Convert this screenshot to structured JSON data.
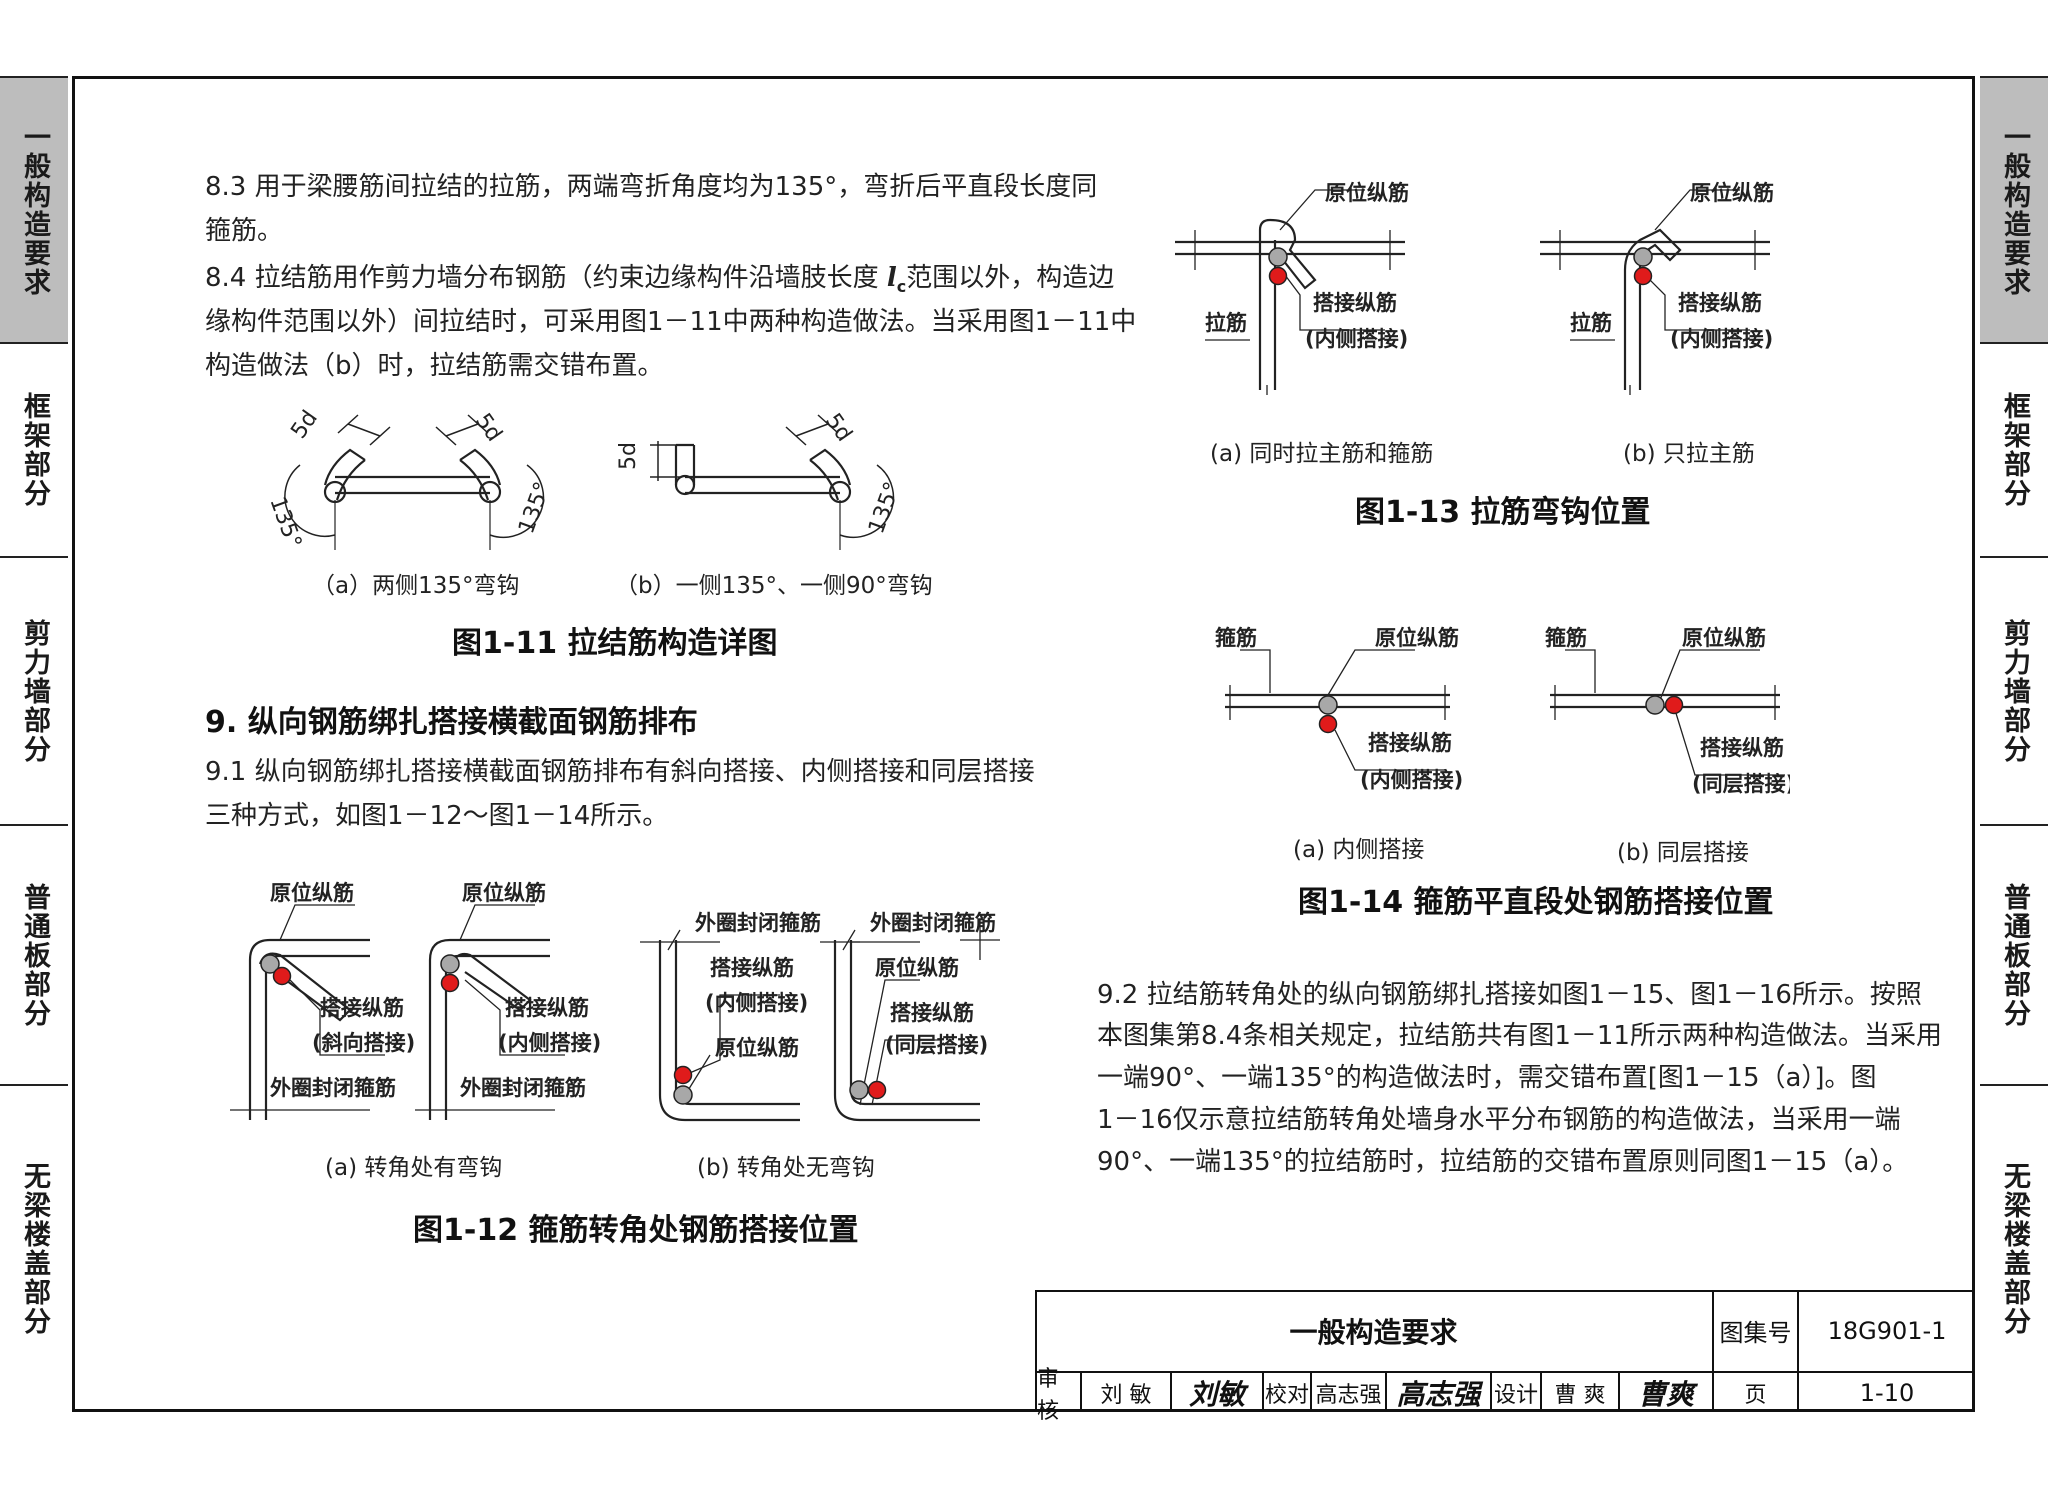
{
  "side_tabs": [
    {
      "label": "一般构造要求",
      "active": true
    },
    {
      "label": "框架部分",
      "active": false
    },
    {
      "label": "剪力墙部分",
      "active": false
    },
    {
      "label": "普通板部分",
      "active": false
    },
    {
      "label": "无梁楼盖部分",
      "active": false
    }
  ],
  "left": {
    "p83": [
      "8.3  用于梁腰筋间拉结的拉筋，两端弯折角度均为135°，弯折后平直段长度同",
      "箍筋。"
    ],
    "p84": [
      "8.4  拉结筋用作剪力墙分布钢筋（约束边缘构件沿墙肢长度",
      "l",
      "c",
      "范围以外，构造边",
      "缘构件范围以外）间拉结时，可采用图1－11中两种构造做法。当采用图1－11中",
      "构造做法（b）时，拉结筋需交错布置。"
    ],
    "fig11": {
      "sub_a": "（a）两侧135°弯钩",
      "sub_b": "（b）一侧135°、一侧90°弯钩",
      "caption": "图1-11  拉结筋构造详图",
      "d5": "5d",
      "angle": "135°"
    },
    "h9": "9.  纵向钢筋绑扎搭接横截面钢筋排布",
    "p91": [
      "9.1  纵向钢筋绑扎搭接横截面钢筋排布有斜向搭接、内侧搭接和同层搭接",
      "三种方式，如图1－12～图1－14所示。"
    ],
    "fig12": {
      "yuanwei": "原位纵筋",
      "dajie": "搭接纵筋",
      "xiexiang": "(斜向搭接)",
      "neice": "(内侧搭接)",
      "tongceng": "(同层搭接)",
      "waiquan": "外圈封闭箍筋",
      "sub_a": "(a)  转角处有弯钩",
      "sub_b": "(b)  转角处无弯钩",
      "caption": "图1-12  箍筋转角处钢筋搭接位置"
    }
  },
  "right": {
    "fig13": {
      "yuanwei": "原位纵筋",
      "lajin": "拉筋",
      "dajie": "搭接纵筋",
      "neice": "(内侧搭接)",
      "sub_a": "(a)  同时拉主筋和箍筋",
      "sub_b": "(b)  只拉主筋",
      "caption": "图1-13  拉筋弯钩位置"
    },
    "fig14": {
      "gujin": "箍筋",
      "yuanwei": "原位纵筋",
      "dajie": "搭接纵筋",
      "neice": "(内侧搭接)",
      "tongceng": "(同层搭接)",
      "sub_a": "(a)  内侧搭接",
      "sub_b": "(b)  同层搭接",
      "caption": "图1-14  箍筋平直段处钢筋搭接位置"
    },
    "p92": [
      "9.2  拉结筋转角处的纵向钢筋绑扎搭接如图1－15、图1－16所示。按照",
      "本图集第8.4条相关规定，拉结筋共有图1－11所示两种构造做法。当采用",
      "一端90°、一端135°的构造做法时，需交错布置[图1－15（a）]。图",
      "1－16仅示意拉结筋转角处墙身水平分布钢筋的构造做法，当采用一端",
      "90°、一端135°的拉结筋时，拉结筋的交错布置原则同图1－15（a）。"
    ]
  },
  "title_block": {
    "title": "一般构造要求",
    "atlas_label": "图集号",
    "atlas_no": "18G901-1",
    "review_label": "审核",
    "reviewer": "刘  敏",
    "reviewer_sig": "刘敏",
    "check_label": "校对",
    "checker": "高志强",
    "checker_sig": "高志强",
    "design_label": "设计",
    "designer": "曹  爽",
    "designer_sig": "曹爽",
    "page_label": "页",
    "page_no": "1-10"
  },
  "colors": {
    "lap_bar": "#e01b1b",
    "orig_bar": "#a8a8a8",
    "tab_active": "#bdbdbd"
  }
}
